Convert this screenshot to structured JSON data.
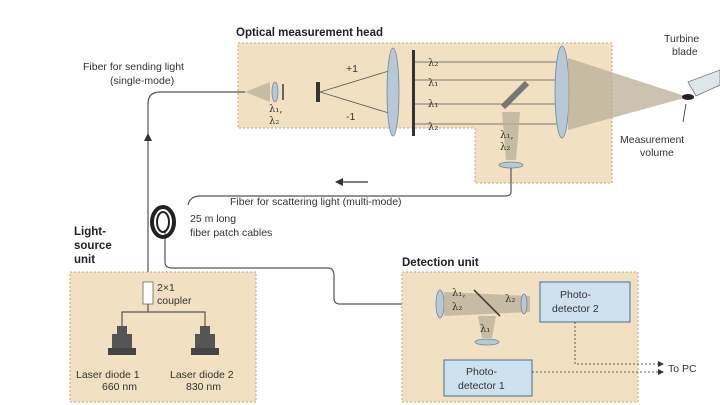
{
  "optical_head": {
    "title": "Optical measurement head",
    "order_plus": "+1",
    "order_minus": "-1",
    "lambda_sum": "λ₁,\nλ₂",
    "beam_labels": [
      "λ₂",
      "λ₁",
      "λ₁",
      "λ₂"
    ],
    "scatter_labels": "λ₁,\nλ₂"
  },
  "labels": {
    "fiber_send_line1": "Fiber for sending light",
    "fiber_send_line2": "(single-mode)",
    "fiber_scatter": "Fiber for scattering light (multi-mode)",
    "turbine_line1": "Turbine",
    "turbine_line2": "blade",
    "measurement_line1": "Measurement",
    "measurement_line2": "volume",
    "patch_line1": "25 m long",
    "patch_line2": "fiber patch cables",
    "to_pc": "To PC"
  },
  "light_source": {
    "title_line1": "Light-",
    "title_line2": "source",
    "title_line3": "unit",
    "coupler_line1": "2×1",
    "coupler_line2": "coupler",
    "diode1_line1": "Laser diode 1",
    "diode1_line2": "660 nm",
    "diode2_line1": "Laser diode 2",
    "diode2_line2": "830 nm"
  },
  "detection": {
    "title": "Detection unit",
    "lambda_pair": "λ₁,\nλ₂",
    "lambda2": "λ₂",
    "lambda1": "λ₁",
    "pd2_line1": "Photo-",
    "pd2_line2": "detector 2",
    "pd1_line1": "Photo-",
    "pd1_line2": "detector 1"
  },
  "colors": {
    "unit_box": "#f1e1c2",
    "detector": "#cfe0ef",
    "fiber": "#555555"
  }
}
